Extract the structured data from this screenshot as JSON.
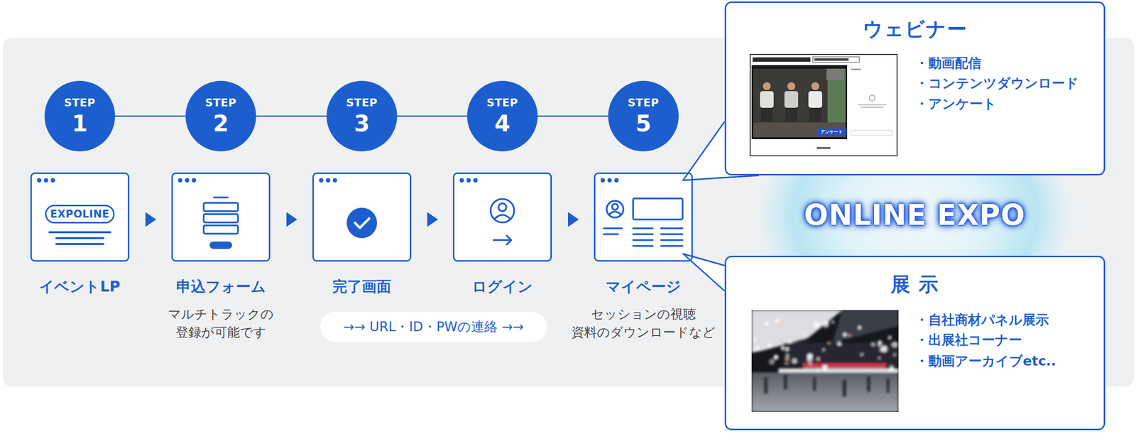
{
  "diagram": {
    "nodes": [
      {
        "text": [
          "STEP",
          "1"
        ]
      },
      {
        "text": [
          "STEP",
          "2"
        ]
      },
      {
        "text": [
          "STEP",
          "3"
        ]
      },
      {
        "text": [
          "STEP",
          "4"
        ]
      },
      {
        "text": [
          "STEP",
          "5"
        ]
      },
      {
        "text": [
          "イベントLP"
        ]
      },
      {
        "text": [
          "EXPOLINE"
        ],
        "in": 5
      },
      {
        "text": [
          "申込フォーム",
          "マルチトラックの 登録が可能です"
        ]
      },
      {
        "text": [
          "完了画面"
        ]
      },
      {
        "text": [
          "ログイン"
        ]
      },
      {
        "text": [
          "マイページ",
          "セッションの視聴 資料のダウンロードなど"
        ]
      },
      {
        "text": [
          "→→ URL・ID・PWの連絡 →→"
        ]
      },
      {
        "text": [
          "ウェビナー",
          "・動画配信",
          "・コンテンツダウンロード",
          "・アンケート"
        ]
      },
      {
        "text": [
          "ONLINE EXPO"
        ]
      },
      {
        "text": [
          "展 示",
          "・自社商材パネル展示",
          "・出展社コーナー",
          "・動画アーカイブetc.."
        ]
      }
    ],
    "edges": [
      {
        "from": 0,
        "to": 1,
        "arrow": "none"
      },
      {
        "from": 1,
        "to": 2,
        "arrow": "none"
      },
      {
        "from": 2,
        "to": 3,
        "arrow": "none"
      },
      {
        "from": 3,
        "to": 4,
        "arrow": "none"
      },
      {
        "from": 5,
        "to": 7,
        "arrow": "to"
      },
      {
        "from": 7,
        "to": 8,
        "arrow": "to"
      },
      {
        "from": 8,
        "to": 9,
        "arrow": "to"
      },
      {
        "from": 9,
        "to": 10,
        "arrow": "to"
      },
      {
        "from": 10,
        "to": 12,
        "arrow": "none"
      },
      {
        "from": 10,
        "to": 14,
        "arrow": "none"
      }
    ],
    "labels": [
      "アンケート"
    ]
  }
}
